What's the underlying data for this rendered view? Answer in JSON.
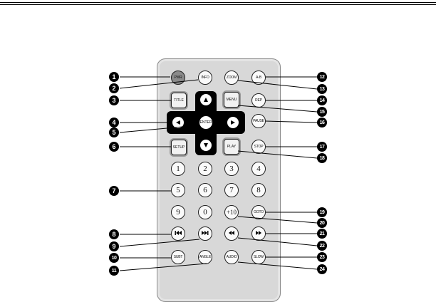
{
  "remote": {
    "buttons": {
      "power": "PWR",
      "info": "INFO",
      "zoom": "ZOOM",
      "a_b": "A-B",
      "title": "TITLE",
      "menu": "MENU",
      "repeat": "REP",
      "enter": "ENTER",
      "pause": "PAUSE",
      "setup": "SETUP",
      "play": "PLAY",
      "stop": "STOP",
      "plus10": "+10",
      "goto": "GOTO",
      "subt": "SUBT",
      "angle": "ANGLE",
      "audio": "AUDIO",
      "slow": "SLOW"
    },
    "digits": [
      "1",
      "2",
      "3",
      "4",
      "5",
      "6",
      "7",
      "8",
      "9",
      "0"
    ],
    "icons": {
      "dpad": [
        "arrow-up-icon",
        "arrow-left-icon",
        "arrow-right-icon",
        "arrow-down-icon"
      ],
      "prev": "skip-previous-icon",
      "next": "skip-next-icon",
      "rewind": "rewind-icon",
      "fast_forward": "fast-forward-icon"
    }
  },
  "callouts": [
    "1",
    "2",
    "3",
    "4",
    "5",
    "6",
    "7",
    "8",
    "9",
    "10",
    "11",
    "12",
    "13",
    "14",
    "15",
    "16",
    "17",
    "18",
    "19",
    "20",
    "21",
    "22",
    "23",
    "24"
  ]
}
